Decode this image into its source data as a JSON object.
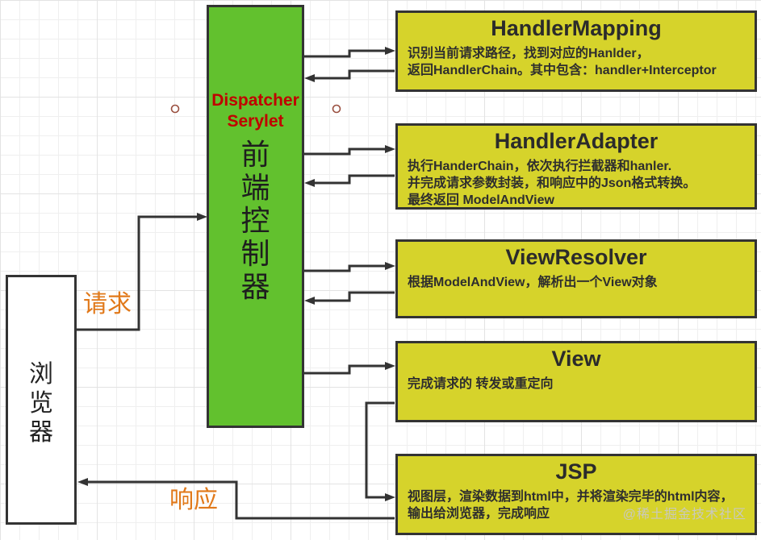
{
  "colors": {
    "dispatcher_green": "#62C12E",
    "component_yellow": "#D6D32B",
    "outline_dark": "#333333",
    "servlet_red": "#C00000",
    "flow_orange": "#E1791A",
    "watermark_gray": "#C9C9BE"
  },
  "browser": {
    "label": "浏览器"
  },
  "dispatcher": {
    "servlet_lines": [
      "Dispatcher",
      "Serylet"
    ],
    "role_label": "前端控制器"
  },
  "flow": {
    "request_label": "请求",
    "response_label": "响应"
  },
  "components": [
    {
      "title": "HandlerMapping",
      "lines": [
        "识别当前请求路径，找到对应的Hanlder，",
        "返回HandlerChain。其中包含：handler+Interceptor"
      ]
    },
    {
      "title": "HandlerAdapter",
      "lines": [
        "执行HanderChain，依次执行拦截器和hanler.",
        "并完成请求参数封装，和响应中的Json格式转换。",
        "最终返回 ModelAndView"
      ]
    },
    {
      "title": "ViewResolver",
      "lines": [
        "根据ModelAndView，解析出一个View对象"
      ]
    },
    {
      "title": "View",
      "lines": [
        "完成请求的 转发或重定向"
      ]
    },
    {
      "title": "JSP",
      "lines": [
        "视图层，渲染数据到html中，并将渲染完毕的html内容，",
        "输出给浏览器，完成响应"
      ]
    }
  ],
  "watermark": "@稀土掘金技术社区"
}
